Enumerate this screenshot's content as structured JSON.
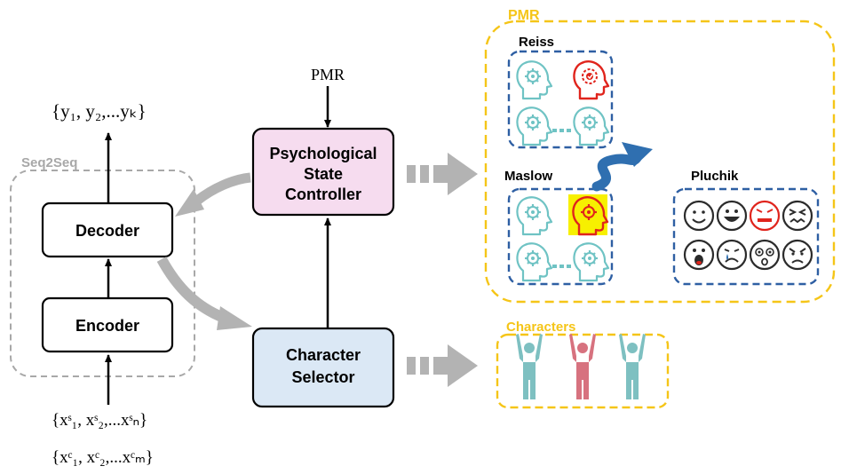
{
  "diagram": {
    "output_formula": "{y₁, y₂,...yₖ}",
    "pmr_input": "PMR",
    "seq2seq_label": "Seq2Seq",
    "decoder": "Decoder",
    "encoder": "Encoder",
    "controller_lines": [
      "Psychological",
      "State",
      "Controller"
    ],
    "selector_lines": [
      "Character",
      "Selector"
    ],
    "input_story": "{xˢ₁, xˢ₂,...xˢₙ}",
    "input_chars": "{xᶜ₁, xᶜ₂,...xᶜₘ}",
    "pmr_group": "PMR",
    "reiss": "Reiss",
    "maslow": "Maslow",
    "pluchik": "Pluchik",
    "characters_group": "Characters"
  },
  "colors": {
    "controller_fill": "#f6dcef",
    "selector_fill": "#dbe8f5",
    "pmr_border": "#f5c518",
    "inner_border": "#2e5fa3",
    "seq2seq_border": "#a8a8a8",
    "teal": "#6fc3c4",
    "red": "#e0241c",
    "highlight": "#f7f000",
    "pink": "#d7727f",
    "curve_arrow": "#2f6fb0",
    "gray_arrow": "#b3b3b3"
  },
  "icons": {
    "reiss": [
      "gear-head-icon",
      "target-head-icon",
      "gear-head-icon",
      "gear-head-icon"
    ],
    "maslow": [
      "gear-head-icon",
      "gear-head-highlighted-icon",
      "gear-head-icon",
      "gear-head-icon"
    ],
    "pluchik": [
      "smile-face-icon",
      "grin-face-icon",
      "angry-face-icon",
      "disgust-face-icon",
      "surprise-face-icon",
      "sad-face-icon",
      "dizzy-face-icon",
      "annoyed-face-icon"
    ],
    "characters": [
      "person-teal-icon",
      "person-pink-icon",
      "person-teal-icon"
    ]
  }
}
